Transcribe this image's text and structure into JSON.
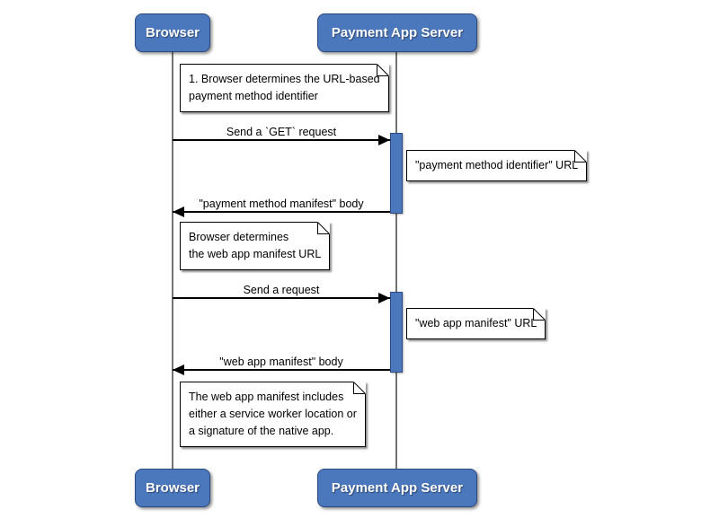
{
  "diagram": {
    "actors": {
      "browser": "Browser",
      "server": "Payment App Server"
    },
    "messages": {
      "m1": "Send a `GET` request",
      "m2": "\"payment method manifest\" body",
      "m3": "Send a request",
      "m4": "\"web app manifest\" body"
    },
    "notes": {
      "n1": {
        "lines": [
          "1. Browser determines the URL-based",
          "payment method identifier"
        ]
      },
      "n2": {
        "text": "\"payment method identifier\" URL"
      },
      "n3": {
        "lines": [
          "Browser determines",
          "the web app manifest URL"
        ]
      },
      "n4": {
        "text": "\"web app manifest\" URL"
      },
      "n5": {
        "lines": [
          "The web app manifest includes",
          "either a service worker location or",
          "a signature of the native app."
        ]
      }
    },
    "colors": {
      "actor_fill": "#4b77bd",
      "actor_border": "#2a4a80",
      "actor_text": "#ffffff",
      "activation_fill": "#4b77bd",
      "lifeline": "#737373",
      "note_fill": "#ffffff",
      "note_border": "#000000",
      "arrow": "#000000",
      "background": "#ffffff"
    }
  }
}
